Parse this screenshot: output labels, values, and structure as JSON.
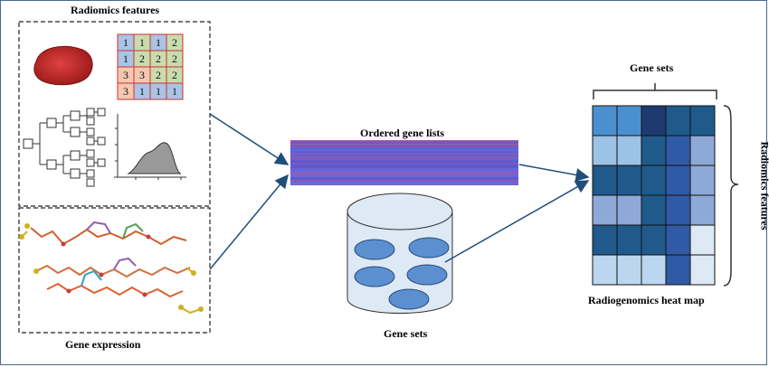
{
  "labels": {
    "radiomics_features_top": "Radiomics features",
    "gene_expression": "Gene expression",
    "ordered_gene_lists": "Ordered gene lists",
    "gene_sets_db": "Gene sets",
    "gene_sets_heatmap": "Gene sets",
    "radiogenomics_heat_map": "Radiogenomics heat map",
    "radiomics_features_side": "Radiomics features"
  },
  "texture_matrix": {
    "rows": [
      [
        "1",
        "1",
        "1",
        "2"
      ],
      [
        "1",
        "2",
        "2",
        "2"
      ],
      [
        "3",
        "3",
        "2",
        "2"
      ],
      [
        "3",
        "1",
        "1",
        "1"
      ]
    ],
    "cell_colors": [
      [
        "#a9c4e4",
        "#c8dcae",
        "#a9c4e4",
        "#c8dcae"
      ],
      [
        "#a9c4e4",
        "#c8dcae",
        "#c8dcae",
        "#c8dcae"
      ],
      [
        "#f2c8b0",
        "#f2c8b0",
        "#c8dcae",
        "#c8dcae"
      ],
      [
        "#f2c8b0",
        "#a9c4e4",
        "#a9c4e4",
        "#a9c4e4"
      ]
    ]
  },
  "heatmap": {
    "rows": 6,
    "cols": 5,
    "colors": [
      [
        "#4a90cf",
        "#4a90cf",
        "#1f3a6e",
        "#1f5a8a",
        "#1f5a8a"
      ],
      [
        "#9cc2e6",
        "#9cc2e6",
        "#1f5a8a",
        "#2f5aa5",
        "#8ea9d8"
      ],
      [
        "#1f5a8a",
        "#1f5a8a",
        "#1f5a8a",
        "#2f5aa5",
        "#8ea9d8"
      ],
      [
        "#8ea9d8",
        "#8ea9d8",
        "#1f5a8a",
        "#2f5aa5",
        "#8ea9d8"
      ],
      [
        "#1f5a8a",
        "#1f5a8a",
        "#1f5a8a",
        "#2f5aa5",
        "#dde9f5"
      ],
      [
        "#bcd6ef",
        "#bcd6ef",
        "#bcd6ef",
        "#2f5aa5",
        "#dde9f5"
      ]
    ]
  },
  "colors": {
    "arrow": "#1f4e79",
    "db_fill": "#dde9f5",
    "db_ellipse": "#5b8fcf",
    "tumor": "#c0282a",
    "density_fill": "#999999"
  }
}
